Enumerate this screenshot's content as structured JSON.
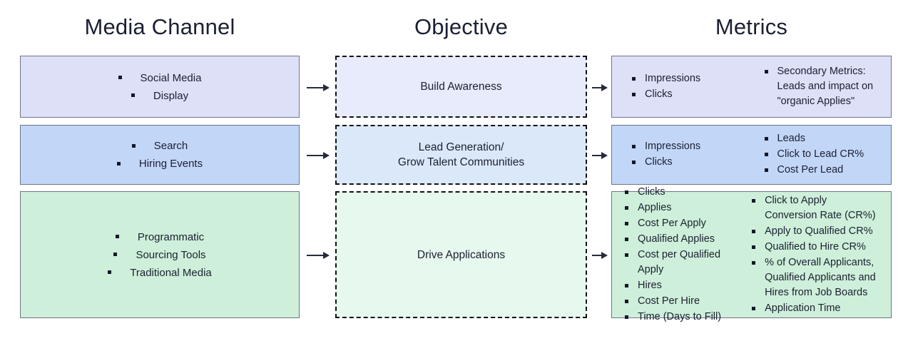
{
  "headers": {
    "media_channel": "Media Channel",
    "objective": "Objective",
    "metrics": "Metrics"
  },
  "colors": {
    "lavender": "#dde0f7",
    "blue": "#c2d6f7",
    "mint": "#ceefd9",
    "lavender_pale": "#e8ebfb",
    "blue_pale": "#dbe8f9",
    "mint_pale": "#e7f8ee",
    "border": "#6e7687",
    "dashed_border": "#111111",
    "text": "#1b2033"
  },
  "rows": [
    {
      "media_channel": [
        "Social Media",
        "Display"
      ],
      "objective": "Build Awareness",
      "metrics_left": [
        "Impressions",
        "Clicks"
      ],
      "metrics_right": [
        "Secondary Metrics: Leads and impact on \"organic Applies\""
      ]
    },
    {
      "media_channel": [
        "Search",
        "Hiring Events"
      ],
      "objective": "Lead Generation/\nGrow Talent Communities",
      "objective_line1": "Lead Generation/",
      "objective_line2": "Grow Talent Communities",
      "metrics_left": [
        "Impressions",
        "Clicks"
      ],
      "metrics_right": [
        "Leads",
        "Click to Lead CR%",
        "Cost Per Lead"
      ]
    },
    {
      "media_channel": [
        "Programmatic",
        "Sourcing Tools",
        "Traditional Media"
      ],
      "objective": "Drive Applications",
      "metrics_left": [
        "Clicks",
        "Applies",
        "Cost Per Apply",
        "Qualified Applies",
        "Cost per Qualified Apply",
        "Hires",
        "Cost Per Hire",
        "Time (Days to Fill)"
      ],
      "metrics_right": [
        "Click to Apply Conversion Rate (CR%)",
        "Apply to Qualified CR%",
        "Qualified to Hire CR%",
        "% of Overall Applicants, Qualified Applicants and Hires from Job Boards",
        "Application Time"
      ]
    }
  ],
  "arrows": {
    "glyph": "arrow-right-icon",
    "count": 6
  }
}
